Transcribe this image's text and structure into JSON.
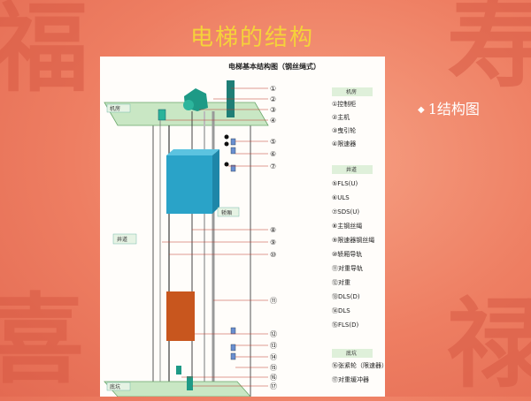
{
  "slide": {
    "title": "电梯的结构",
    "bullet": "1结构图"
  },
  "diagram": {
    "title": "电梯基本结构图（钢丝绳式）",
    "machine_room_label": "机房",
    "hoistway_label": "井道",
    "pit_label": "底坑",
    "side_tags": {
      "machine_room": "机房",
      "hoistway": "井道",
      "pit": "底坑",
      "car": "轿厢"
    },
    "numbers": [
      "①",
      "②",
      "③",
      "④",
      "⑤",
      "⑥",
      "⑦",
      "⑧",
      "⑨",
      "⑩",
      "⑪",
      "⑫",
      "⑬",
      "⑭",
      "⑮",
      "⑯",
      "⑰"
    ],
    "legend": {
      "machine_room_title": "机房",
      "machine_room_items": [
        "①控制柜",
        "②主机",
        "③曳引轮",
        "④限速器"
      ],
      "hoistway_title": "井道",
      "hoistway_items": [
        "⑤FLS(U)",
        "⑥ULS",
        "⑦SDS(U)",
        "⑧主钢丝绳",
        "⑨限速器钢丝绳",
        "⑩轿厢导轨",
        "⑪对重导轨",
        "⑫对重",
        "⑬DLS(D)",
        "⑭DLS",
        "⑮FLS(D)"
      ],
      "pit_title": "底坑",
      "pit_items": [
        "⑯张紧轮（限速器）",
        "⑰对重缓冲器"
      ]
    },
    "colors": {
      "car": "#2aa3c8",
      "counterweight": "#c8561e",
      "platform": "#c9e7c4",
      "machine": "#1e9a86"
    }
  }
}
